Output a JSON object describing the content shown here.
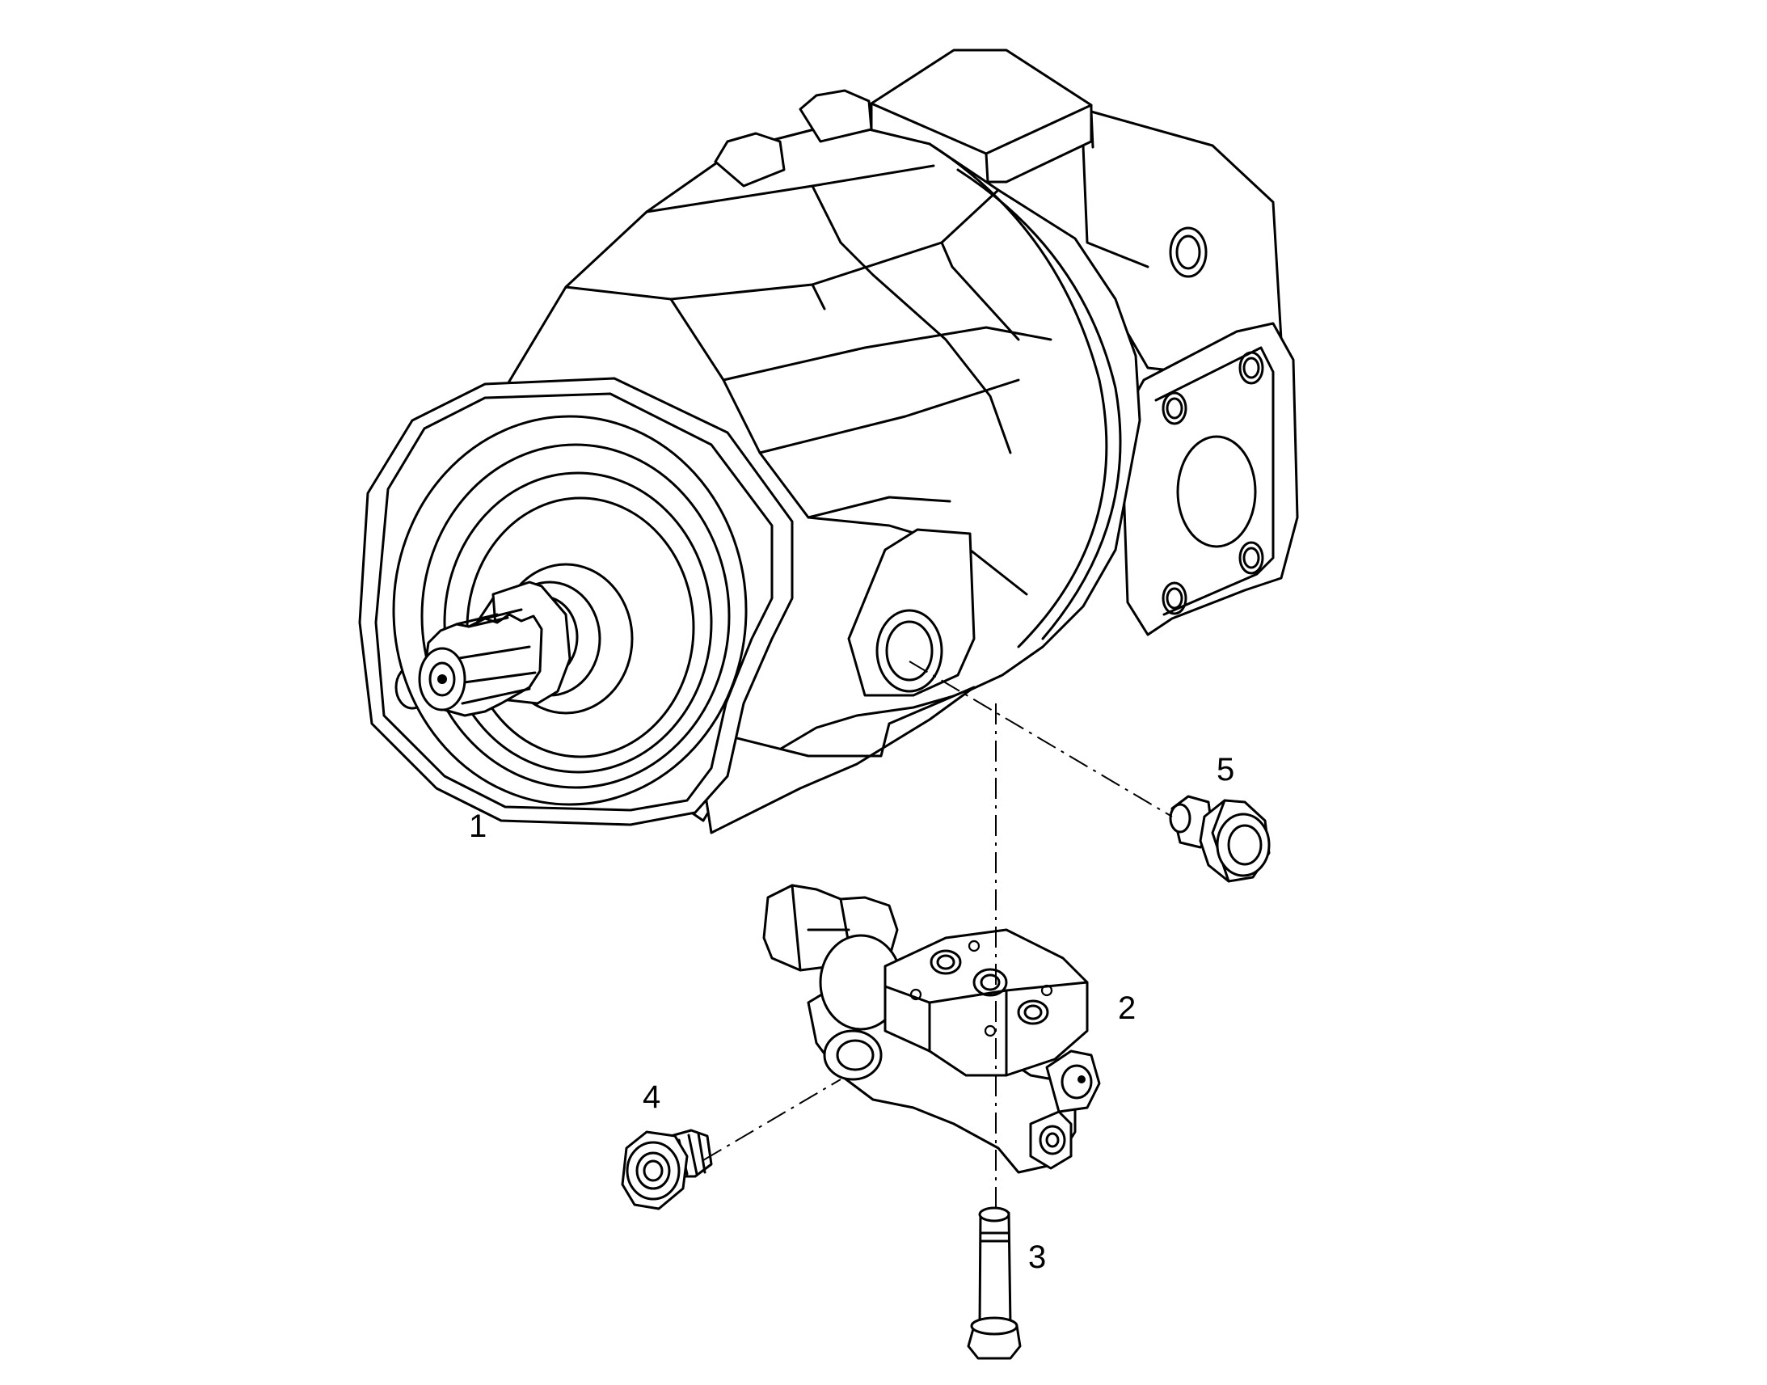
{
  "diagram": {
    "callouts": [
      {
        "id": "1",
        "label": "1"
      },
      {
        "id": "2",
        "label": "2"
      },
      {
        "id": "3",
        "label": "3"
      },
      {
        "id": "4",
        "label": "4"
      },
      {
        "id": "5",
        "label": "5"
      }
    ],
    "line_color": "#000000",
    "background_color": "#ffffff"
  }
}
